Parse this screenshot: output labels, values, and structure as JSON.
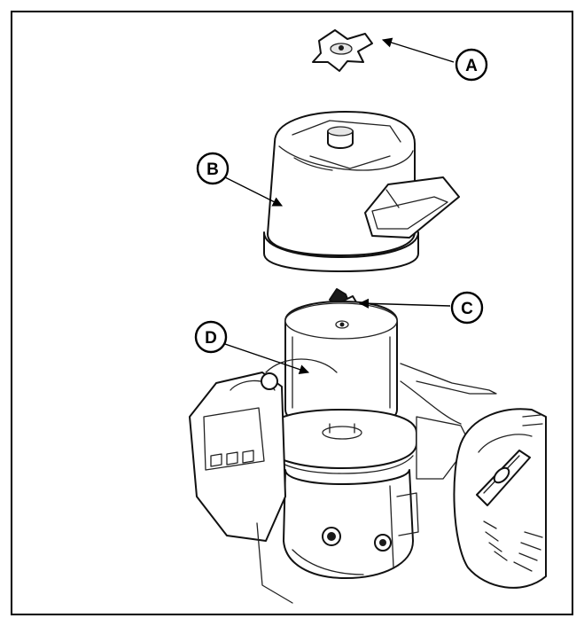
{
  "callouts": {
    "a": {
      "label": "A",
      "part": "wing-nut"
    },
    "b": {
      "label": "B",
      "part": "air-cleaner-cover"
    },
    "c": {
      "label": "C",
      "part": "element-wing-nut"
    },
    "d": {
      "label": "D",
      "part": "air-filter-element"
    }
  }
}
